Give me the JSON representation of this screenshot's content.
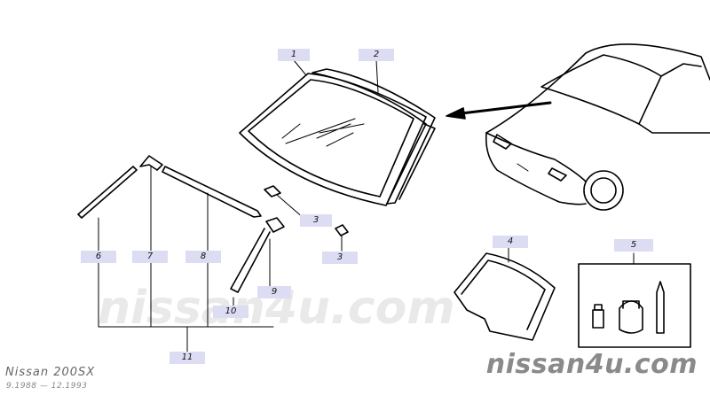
{
  "callouts": {
    "c1": "1",
    "c2": "2",
    "c3a": "3",
    "c3b": "3",
    "c4": "4",
    "c5": "5",
    "c6": "6",
    "c7": "7",
    "c8": "8",
    "c9": "9",
    "c10": "10",
    "c11": "11"
  },
  "watermark": "nissan4u.com",
  "site_logo": "nissan4u.com",
  "model": {
    "name": "Nissan 200SX",
    "dates": "9.1988 — 12.1993"
  },
  "colors": {
    "callout_fill": "#dcdcf3",
    "line": "#000000",
    "watermark": "#e9e9e9",
    "logo": "#8a8a8a"
  }
}
